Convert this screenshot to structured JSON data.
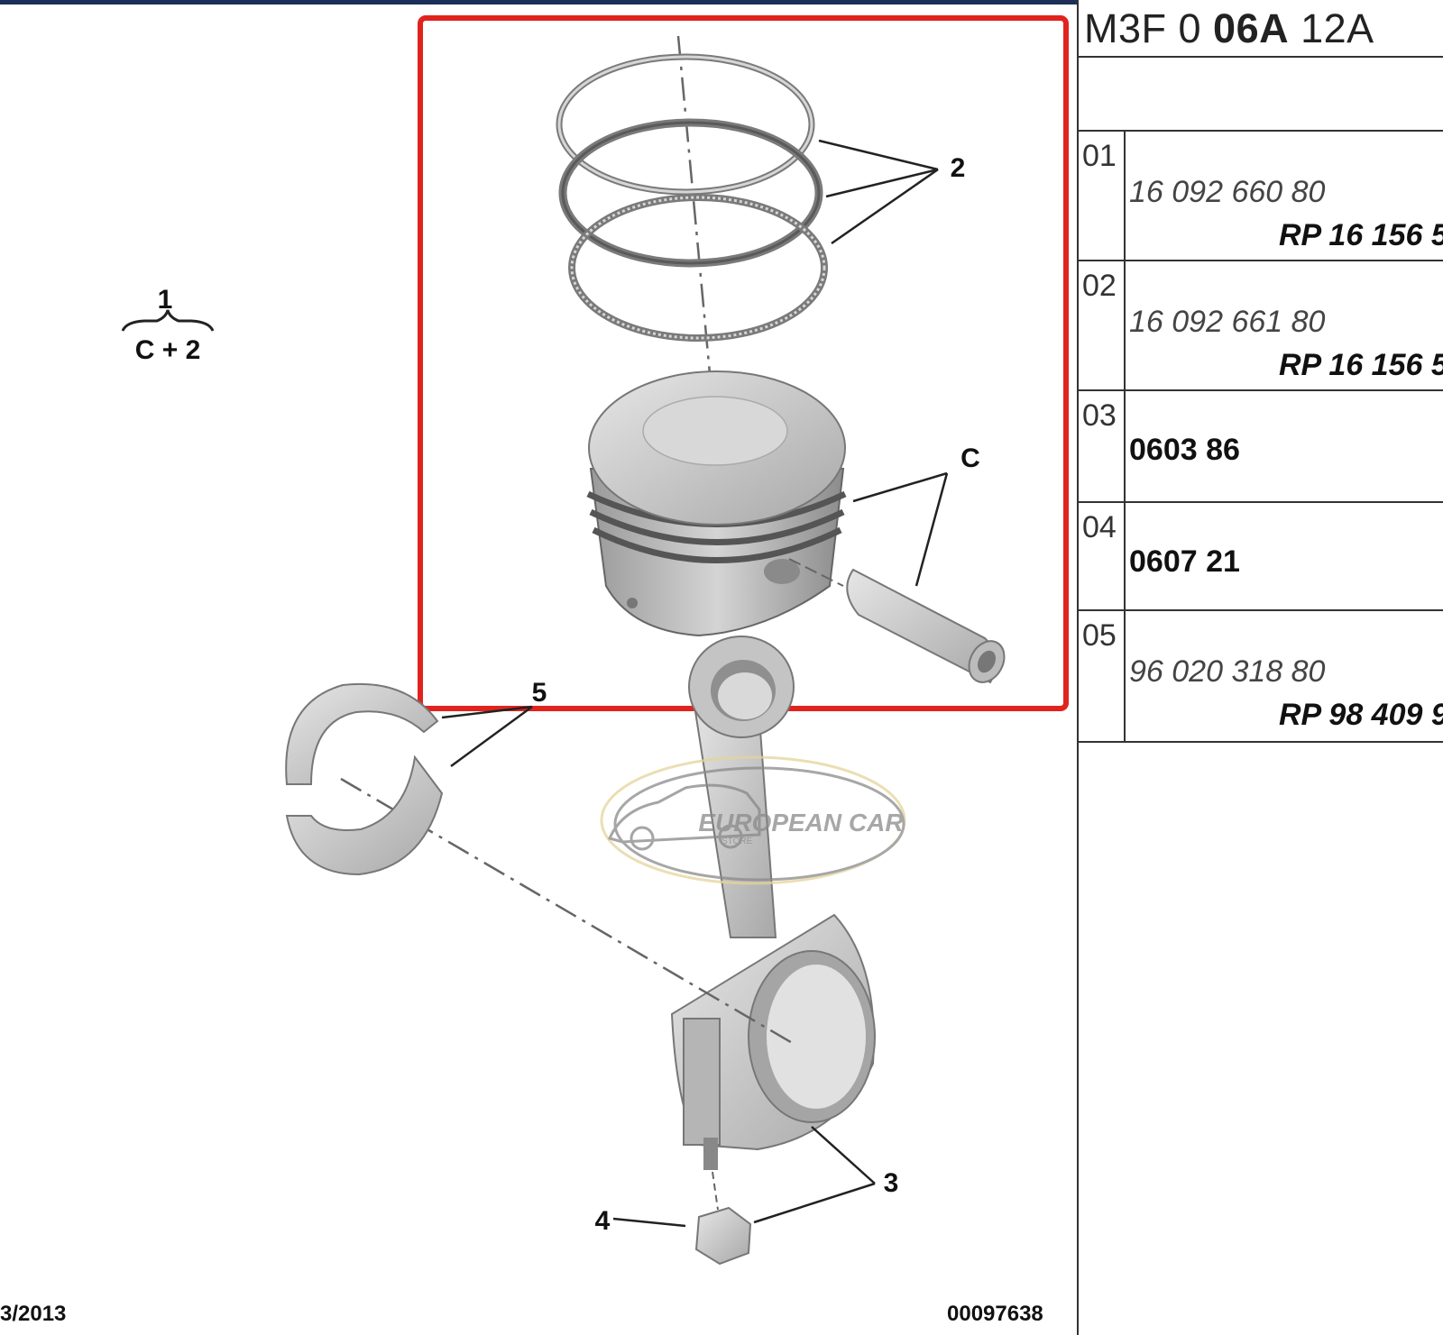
{
  "header": {
    "prefix": "M3F 0 ",
    "bold": "06A",
    "suffix": " 12A"
  },
  "rows": [
    {
      "num": "01",
      "ref": "16 092 660 80",
      "rp": "RP 16 156 5"
    },
    {
      "num": "02",
      "ref": "16 092 661 80",
      "rp": "RP 16 156 5"
    },
    {
      "num": "03",
      "ref": "0603 86"
    },
    {
      "num": "04",
      "ref": "0607 21"
    },
    {
      "num": "05",
      "ref": "96 020 318 80",
      "rp": "RP 98 409 9"
    }
  ],
  "callouts": {
    "bracket_top": "1",
    "bracket_bottom": "C + 2",
    "rings": "2",
    "piston": "C",
    "bolts": "3",
    "nut": "4",
    "bearing": "5"
  },
  "watermark": {
    "brand": "EUROPEAN CAR",
    "sub": "STORE"
  },
  "footer": {
    "date": "3/2013",
    "code": "00097638"
  },
  "colors": {
    "highlight": "#e0241d",
    "top_bar": "#1c2f58",
    "part": "#c9c9c9"
  }
}
